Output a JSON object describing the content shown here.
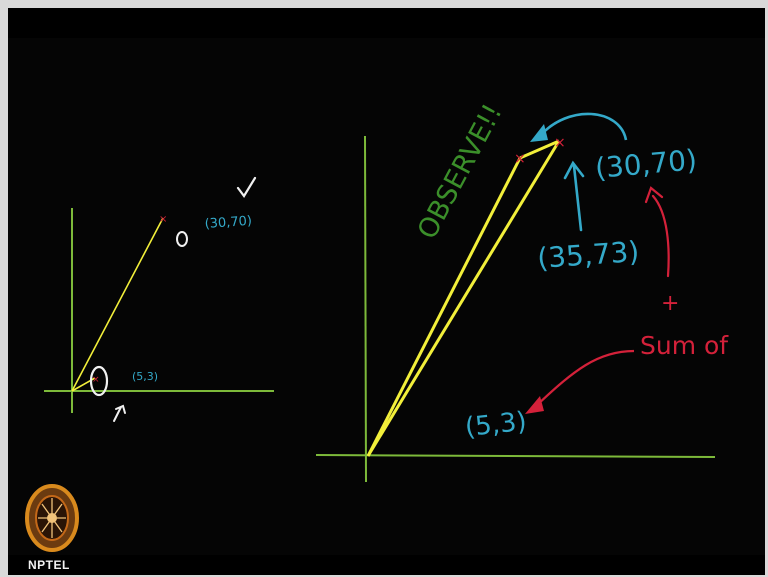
{
  "left_plot": {
    "points": [
      "(30,70)",
      "(5,3)"
    ]
  },
  "right_plot": {
    "points": [
      "(30,70)",
      "(35,73)",
      "(5,3)"
    ],
    "observe_text": "OBSERVE!!",
    "sum_text": "Sum of",
    "plus_symbol": "+"
  },
  "branding": {
    "label": "NPTEL"
  },
  "colors": {
    "axis": "#7dba3a",
    "vector": "#f2ef3a",
    "cyan": "#34a9c9",
    "red": "#d4213a",
    "green_text": "#3b8f2a",
    "chalk": "#f0f0f0"
  }
}
